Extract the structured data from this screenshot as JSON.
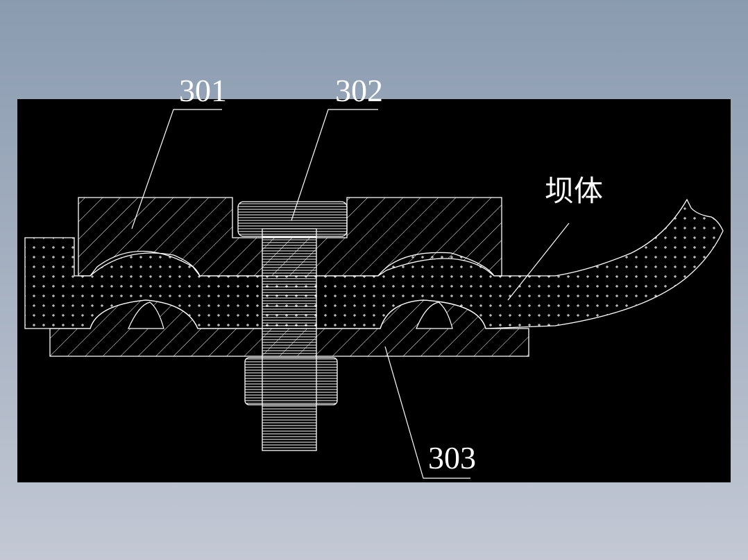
{
  "labels": {
    "part_301": "301",
    "part_302": "302",
    "part_303": "303",
    "dam_body": "坝体"
  },
  "colors": {
    "background_top": "#8a9bb0",
    "background_bottom": "#c3c8d4",
    "viewport": "#000000",
    "lines": "#ffffff"
  }
}
